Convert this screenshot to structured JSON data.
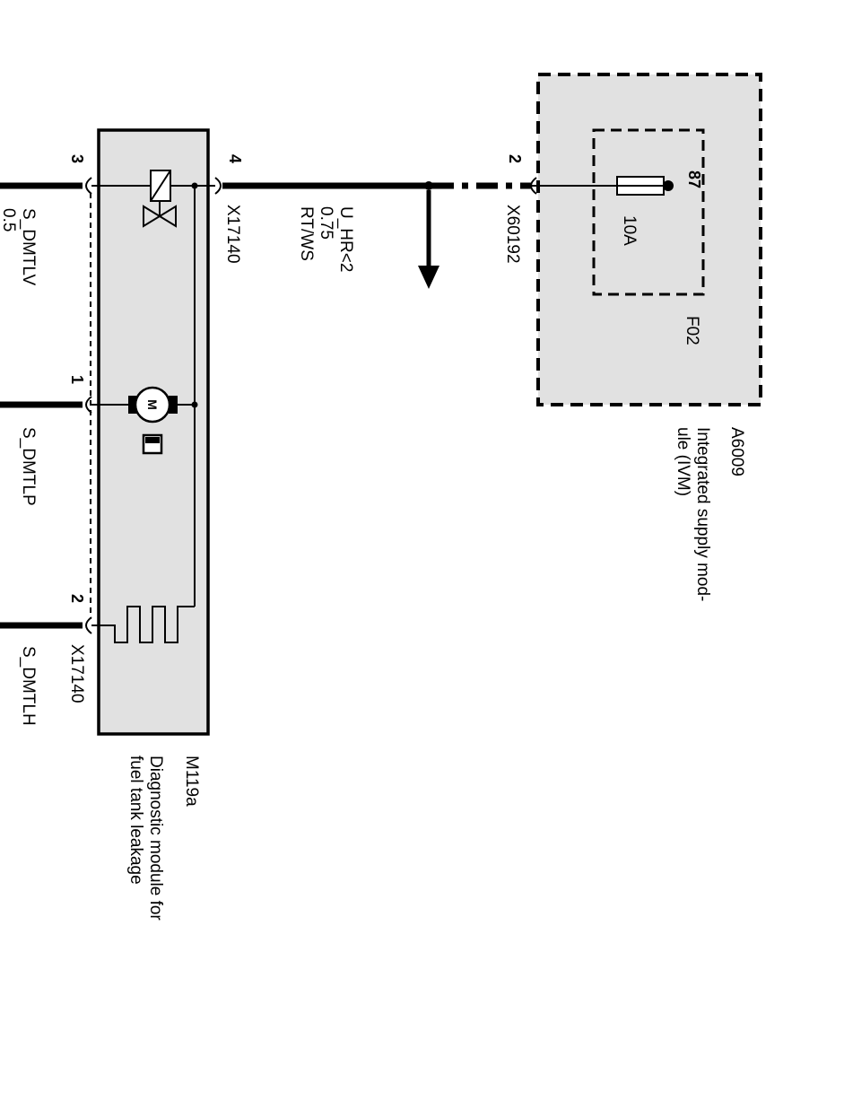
{
  "ivm": {
    "id": "A6009",
    "name_line1": "Integrated supply mod-",
    "name_line2": "ule (IVM)",
    "fuse_id": "F02",
    "fuse_rating": "10A",
    "fuse_terminal": "87",
    "connector": "X60192",
    "connector_pin": "2"
  },
  "wire_feed": {
    "signal": "U_HR<2",
    "cross_section": "0.75",
    "color": "RT/WS"
  },
  "dmtl": {
    "id": "M119a",
    "name_line1": "Diagnostic module for",
    "name_line2": "fuel tank leakage",
    "connector_top": "X17140",
    "connector_bottom": "X17140",
    "pin_supply": "4",
    "pin_valve": "3",
    "pin_pump": "1",
    "pin_heater": "2",
    "motor_letter": "M"
  },
  "signals": {
    "valve": "S_DMTLV",
    "valve_partial": "0.5",
    "pump": "S_DMTLP",
    "heater": "S_DMTLH"
  }
}
